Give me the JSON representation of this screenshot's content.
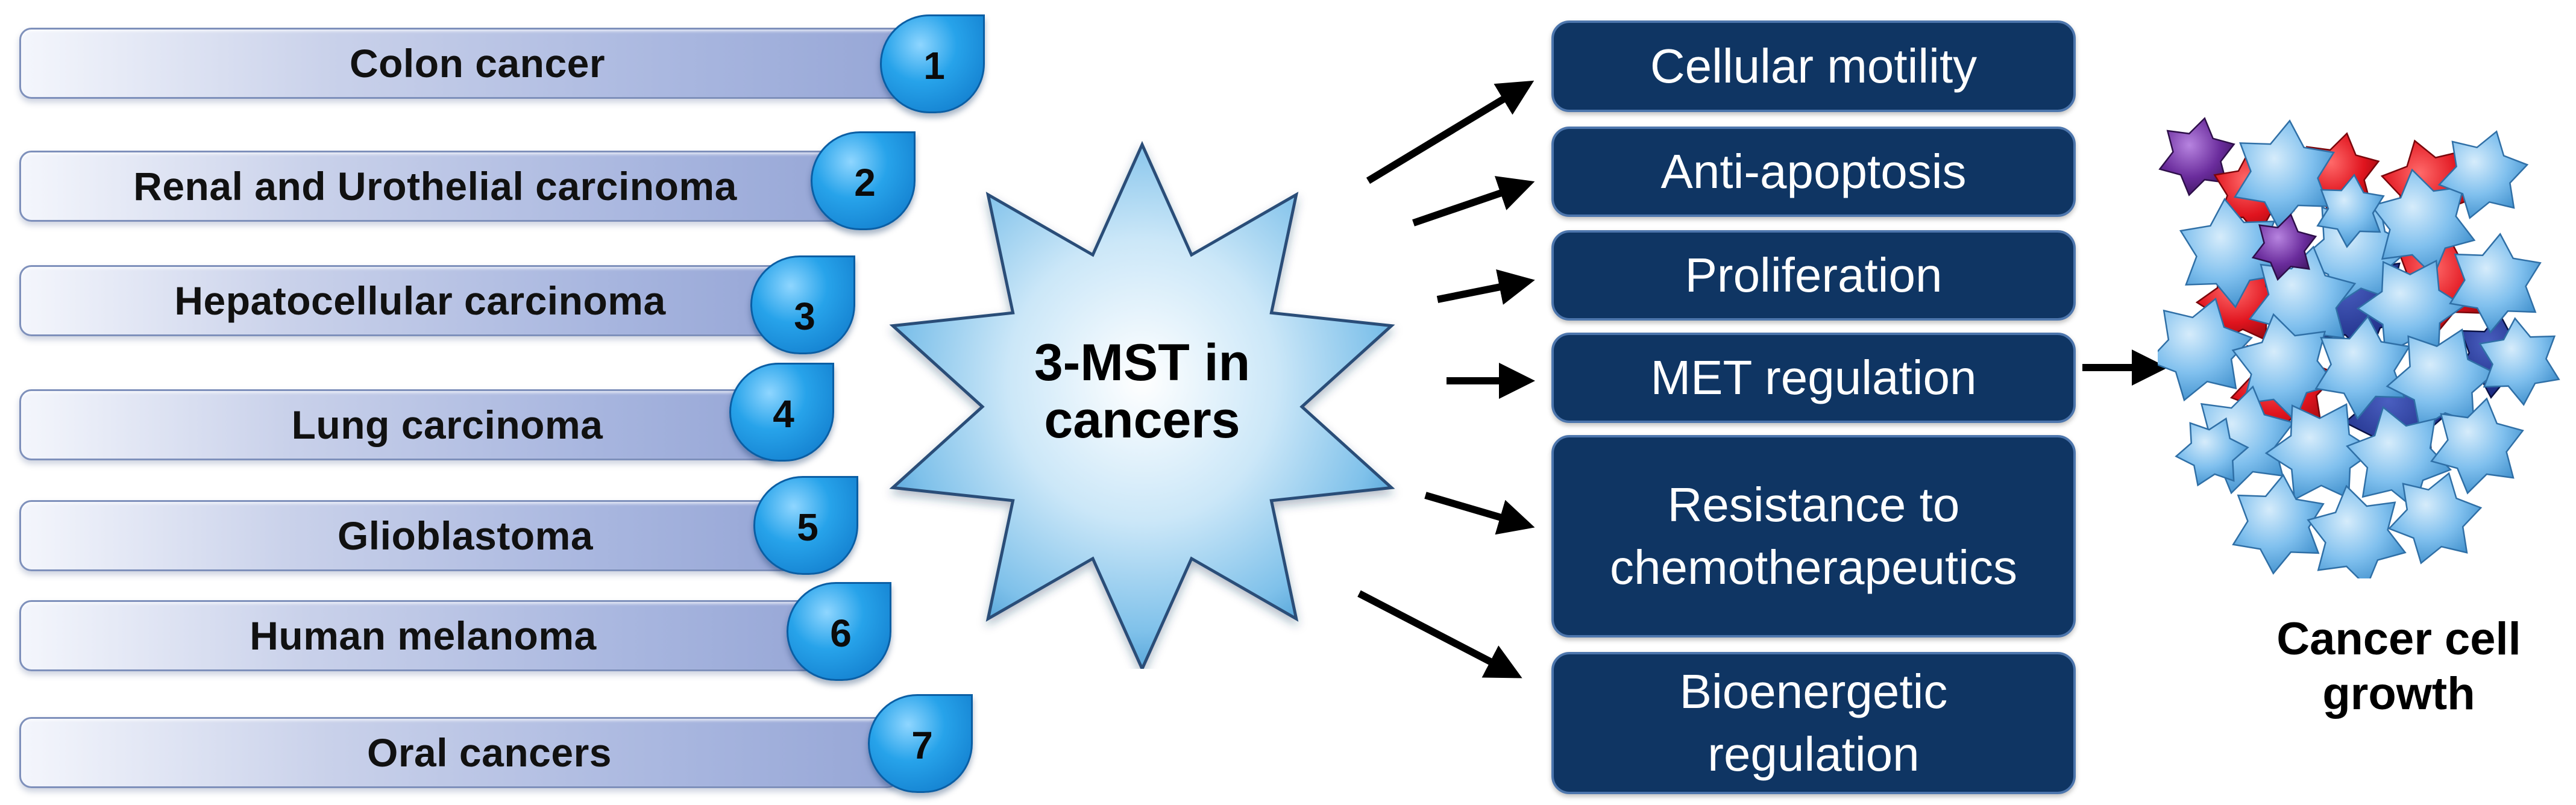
{
  "cancers": [
    {
      "label": "Colon cancer",
      "number": "1"
    },
    {
      "label": "Renal and Urothelial carcinoma",
      "number": "2"
    },
    {
      "label": "Hepatocellular carcinoma",
      "number": "3"
    },
    {
      "label": "Lung carcinoma",
      "number": "4"
    },
    {
      "label": "Glioblastoma",
      "number": "5"
    },
    {
      "label": "Human melanoma",
      "number": "6"
    },
    {
      "label": "Oral cancers",
      "number": "7"
    }
  ],
  "hub": {
    "line1": "3-MST in",
    "line2": "cancers"
  },
  "effects": [
    {
      "line1": "Cellular motility"
    },
    {
      "line1": "Anti-apoptosis"
    },
    {
      "line1": "Proliferation"
    },
    {
      "line1": "MET regulation"
    },
    {
      "line1": "Resistance to",
      "line2": "chemotherapeutics"
    },
    {
      "line1": "Bioenergetic",
      "line2": "regulation"
    }
  ],
  "result": {
    "line1": "Cancer cell",
    "line2": "growth"
  },
  "colors": {
    "effect_box": "#0f3563",
    "badge": "#1f8fde",
    "star_light_blue": "#6fb6ec",
    "star_red": "#e0141e",
    "star_purple": "#6a2c9c",
    "star_navy": "#14237a"
  }
}
